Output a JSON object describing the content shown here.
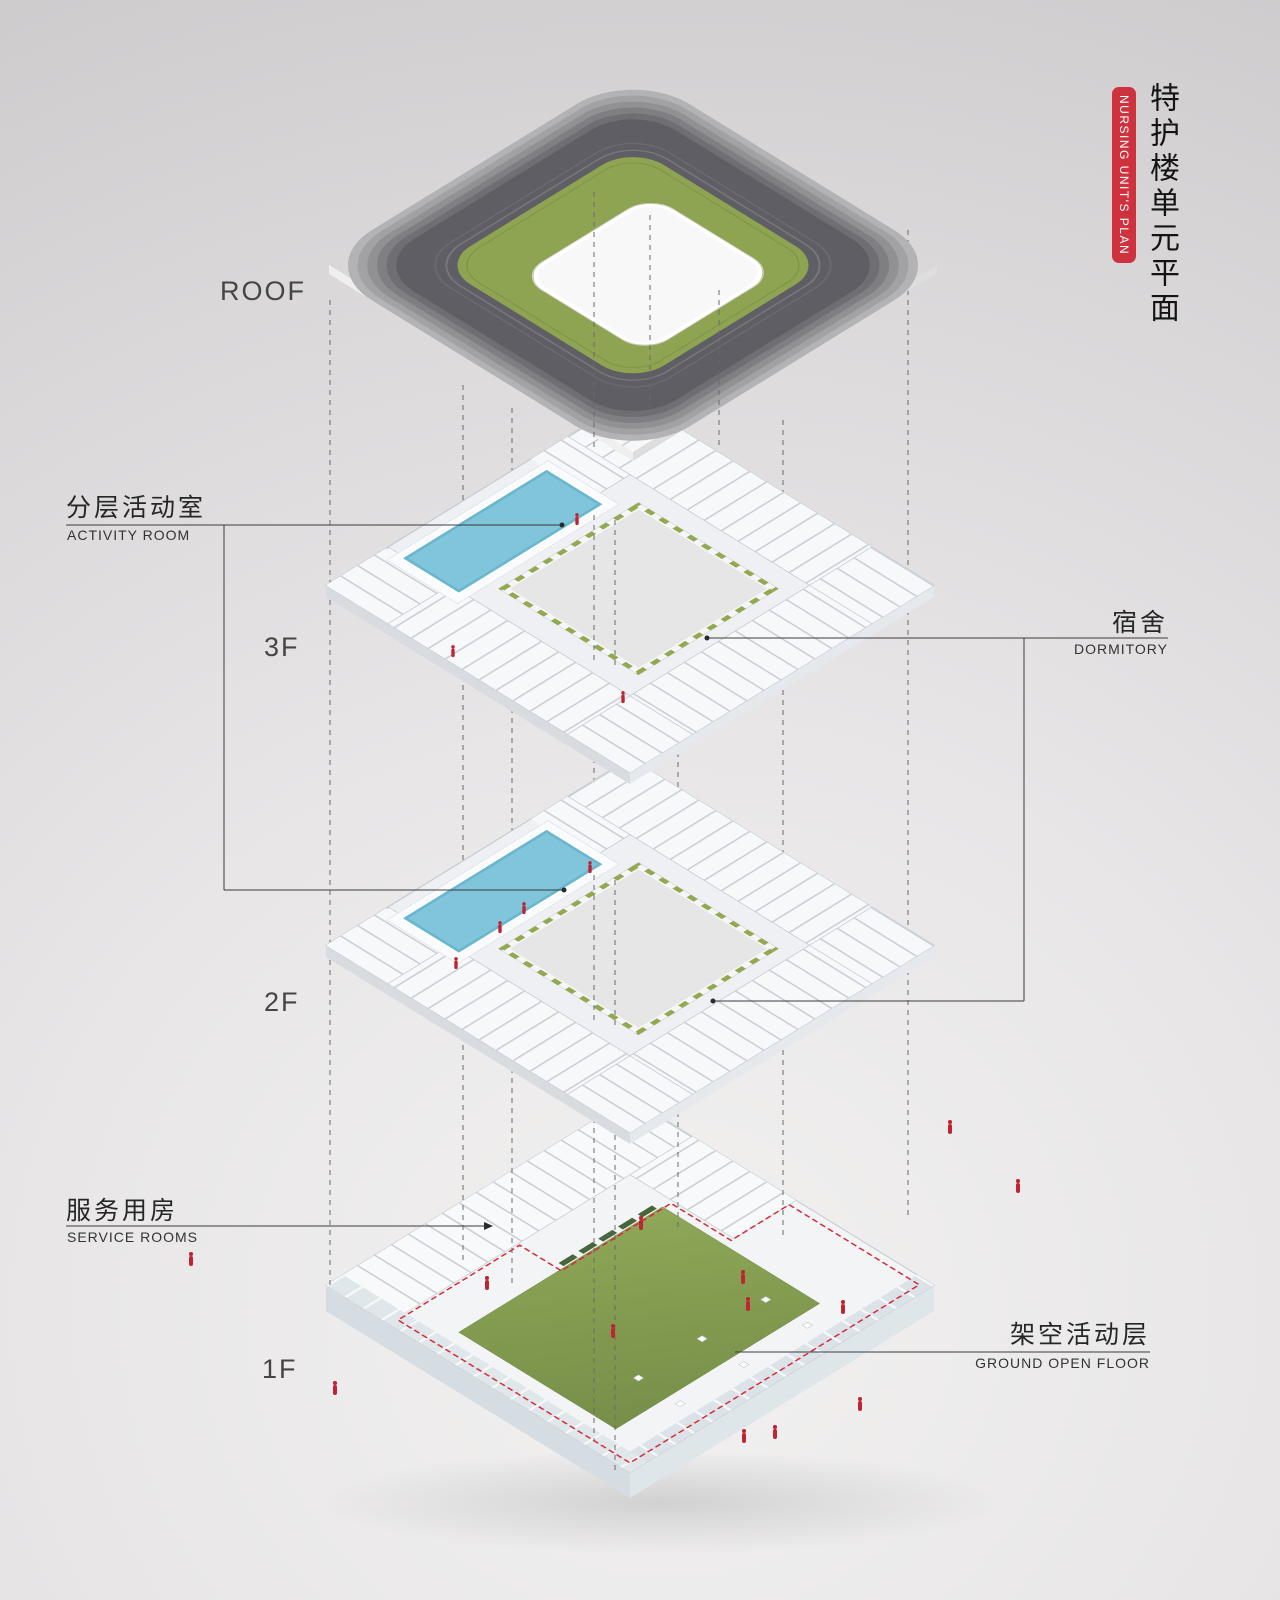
{
  "title": {
    "cn": "特护楼单元平面",
    "badge_en": "NURSING UNIT'S PLAN",
    "badge_color": "#ce323e"
  },
  "floors": {
    "roof": "ROOF",
    "f3": "3F",
    "f2": "2F",
    "f1": "1F"
  },
  "annotations": {
    "activity_room": {
      "cn": "分层活动室",
      "en": "ACTIVITY ROOM"
    },
    "dormitory": {
      "cn": "宿舍",
      "en": "DORMITORY"
    },
    "service_rooms": {
      "cn": "服务用房",
      "en": "SERVICE ROOMS"
    },
    "ground_open_floor": {
      "cn": "架空活动层",
      "en": "GROUND OPEN FLOOR"
    }
  },
  "colors": {
    "accent_red": "#ce323e",
    "boundary_red_dashed": "#d42b35",
    "pool_blue": "#6fbad2",
    "grass_green": "#8fa452",
    "lawn_green": "#839b50",
    "roof_dark_gray": "#5e5e64",
    "leader_line": "#3c3c3c",
    "background_gray": "#e0dedf"
  }
}
